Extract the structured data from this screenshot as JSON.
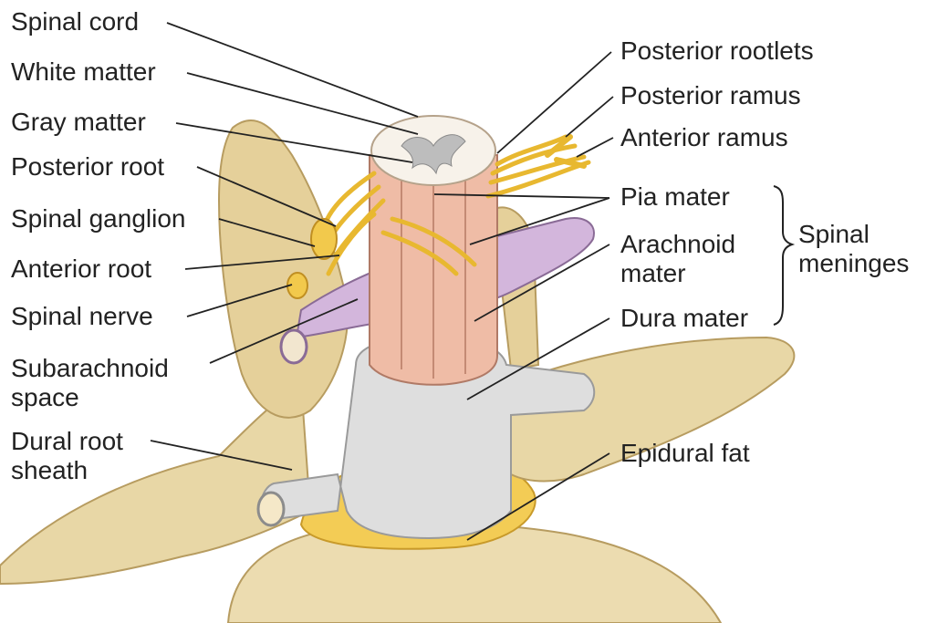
{
  "labels_left": {
    "spinal_cord": "Spinal cord",
    "white_matter": "White matter",
    "gray_matter": "Gray matter",
    "posterior_root": "Posterior root",
    "spinal_ganglion": "Spinal ganglion",
    "anterior_root": "Anterior root",
    "spinal_nerve": "Spinal nerve",
    "subarachnoid_space": [
      "Subarachnoid",
      "space"
    ],
    "dural_root_sheath": [
      "Dural root",
      "sheath"
    ]
  },
  "labels_right": {
    "posterior_rootlets": "Posterior rootlets",
    "posterior_ramus": "Posterior ramus",
    "anterior_ramus": "Anterior ramus",
    "pia_mater": "Pia mater",
    "arachnoid_mater": [
      "Arachnoid",
      "mater"
    ],
    "dura_mater": "Dura mater",
    "epidural_fat": "Epidural fat"
  },
  "bracket_label": [
    "Spinal",
    "meninges"
  ],
  "colors": {
    "bone": "#e8d7a6",
    "bone_dark": "#c9b27a",
    "fat": "#f2c94c",
    "dura": "#dcdcdc",
    "arachnoid": "#c9a8d4",
    "pia": "#eab8a2",
    "nerve": "#efc04a",
    "text": "#222222"
  }
}
